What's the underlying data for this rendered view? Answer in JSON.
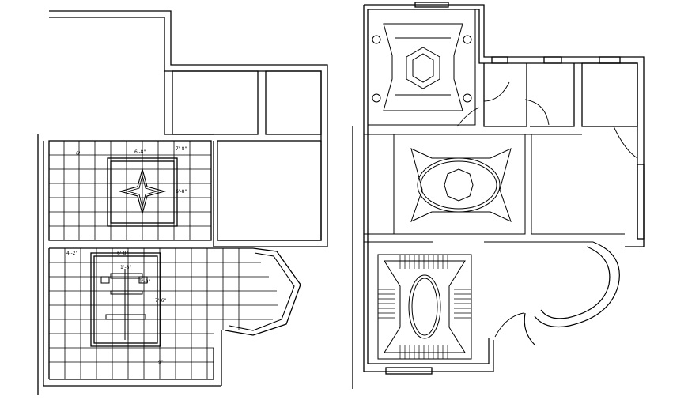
{
  "drawing": {
    "line_color": "#000000",
    "background": "#ffffff"
  },
  "dimensions": {
    "top_left": "6'",
    "top_mid": "6'-8\"",
    "top_right": "7'-8\"",
    "right_mid": "6'-8\"",
    "lower_top": "4'-2\"",
    "lower_mid": "6'-8\"",
    "lower_inner_a": "1'-8\"",
    "lower_inner_b": "1'-8\"",
    "lower_right": "7'-6\"",
    "lower_bottom": "9\""
  }
}
